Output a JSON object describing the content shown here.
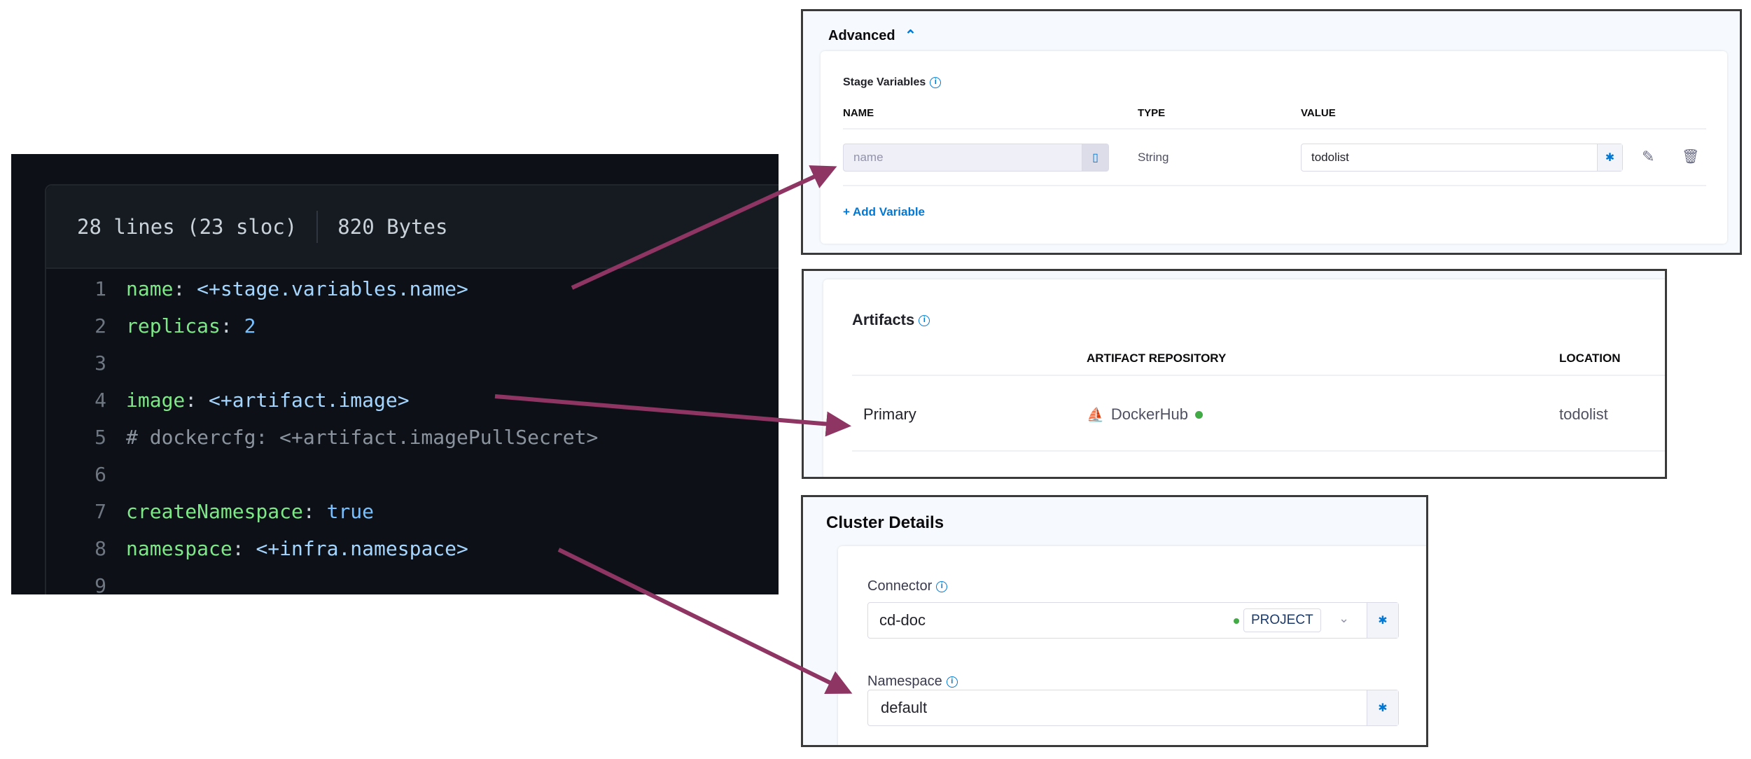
{
  "code_view": {
    "lines_info": "28 lines (23 sloc)",
    "size": "820 Bytes",
    "lines": [
      {
        "num": "1",
        "key": "name",
        "value": "<+stage.variables.name>",
        "kind": "expr"
      },
      {
        "num": "2",
        "key": "replicas",
        "value": "2",
        "kind": "number"
      },
      {
        "num": "3",
        "key": "",
        "value": "",
        "kind": "blank"
      },
      {
        "num": "4",
        "key": "image",
        "value": "<+artifact.image>",
        "kind": "expr"
      },
      {
        "num": "5",
        "key": "",
        "value": "# dockercfg: <+artifact.imagePullSecret>",
        "kind": "comment"
      },
      {
        "num": "6",
        "key": "",
        "value": "",
        "kind": "blank"
      },
      {
        "num": "7",
        "key": "createNamespace",
        "value": "true",
        "kind": "bool"
      },
      {
        "num": "8",
        "key": "namespace",
        "value": "<+infra.namespace>",
        "kind": "expr"
      },
      {
        "num": "9",
        "key": "",
        "value": "",
        "kind": "blank"
      }
    ]
  },
  "advanced": {
    "title": "Advanced",
    "stage_variables_label": "Stage Variables",
    "columns": [
      "NAME",
      "TYPE",
      "VALUE"
    ],
    "row": {
      "name_placeholder": "name",
      "type": "String",
      "value": "todolist"
    },
    "add_variable": "+ Add Variable"
  },
  "artifacts": {
    "title": "Artifacts",
    "columns": [
      "ARTIFACT REPOSITORY",
      "LOCATION"
    ],
    "row": {
      "name": "Primary",
      "repository": "DockerHub",
      "location": "todolist",
      "status_color": "#42ab45"
    }
  },
  "cluster": {
    "title": "Cluster Details",
    "connector_label": "Connector",
    "connector_value": "cd-doc",
    "connector_scope": "PROJECT",
    "namespace_label": "Namespace",
    "namespace_value": "default"
  },
  "colors": {
    "arrow": "#8e3563",
    "accent": "#0278d5"
  }
}
